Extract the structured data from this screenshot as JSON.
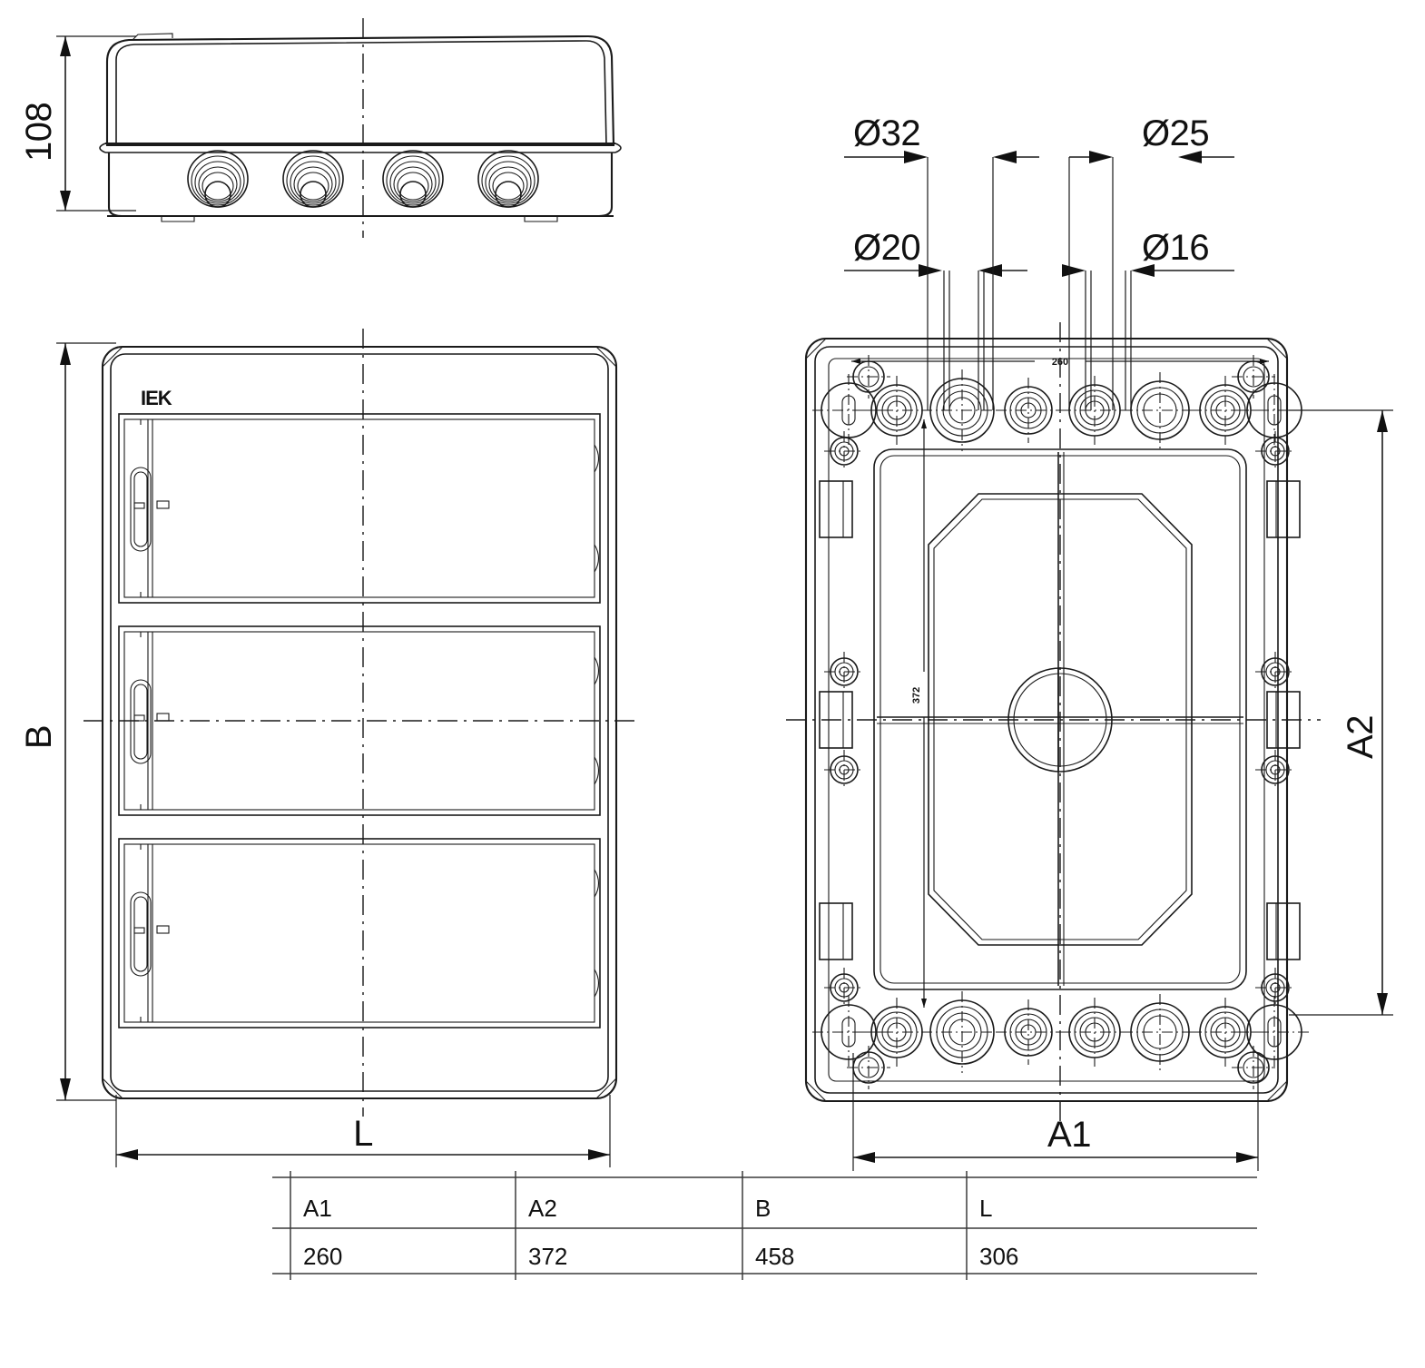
{
  "drawing": {
    "title": "Enclosure dimensional drawing",
    "views": {
      "side": {
        "name": "side-elevation",
        "height_label": "108",
        "gland_count": 4
      },
      "front": {
        "name": "front-view",
        "brand": "IEK",
        "rail_rows": 3,
        "width_label": "L",
        "height_label": "B"
      },
      "back": {
        "name": "back-plate-view",
        "width_label": "A1",
        "height_label": "A2",
        "inner_width_label": "260",
        "inner_height_label": "372",
        "knockouts_per_row": 6,
        "knockout_rows": 2
      }
    },
    "diameter_callouts": [
      {
        "id": "d32",
        "label": "Ø32"
      },
      {
        "id": "d25",
        "label": "Ø25"
      },
      {
        "id": "d20",
        "label": "Ø20"
      },
      {
        "id": "d16",
        "label": "Ø16"
      }
    ],
    "table": {
      "headers": [
        "A1",
        "A2",
        "B",
        "L"
      ],
      "rows": [
        [
          "260",
          "372",
          "458",
          "306"
        ]
      ]
    }
  }
}
